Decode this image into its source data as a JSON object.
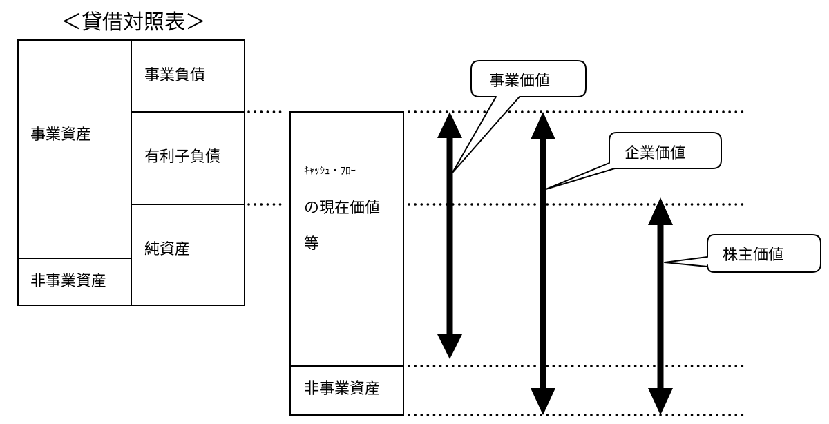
{
  "diagram": {
    "title": "＜貸借対照表＞",
    "balance_sheet": {
      "left": {
        "business_assets": "事業資産",
        "non_business_assets": "非事業資産"
      },
      "right": {
        "business_liabilities": "事業負債",
        "interest_bearing_debt": "有利子負債",
        "net_assets": "純資産"
      }
    },
    "valuation_column": {
      "line1": "ｷｬｯｼｭ・ﾌﾛｰ",
      "line2": "の現在価値",
      "line3": "等",
      "non_business_assets": "非事業資産"
    },
    "callouts": {
      "business_value": "事業価値",
      "enterprise_value": "企業価値",
      "shareholder_value": "株主価値"
    }
  }
}
